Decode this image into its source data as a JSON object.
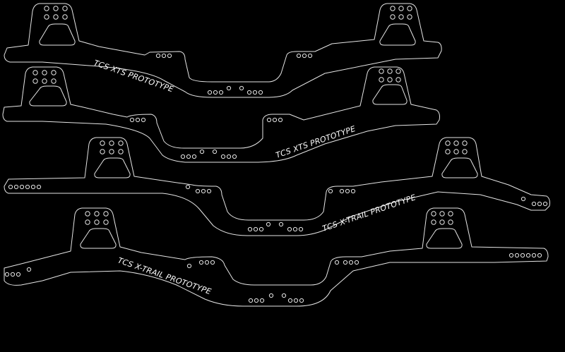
{
  "drawing": {
    "background": "#000000",
    "line_color": "#e6e6e6",
    "rails": [
      {
        "label": "TCS XTS PROTOTYPE"
      },
      {
        "label": "TCS XTS PROTOTYPE"
      },
      {
        "label": "TCS X-TRAIL PROTOTYPE"
      },
      {
        "label": "TCS X-TRAIL PROTOTYPE"
      }
    ]
  }
}
